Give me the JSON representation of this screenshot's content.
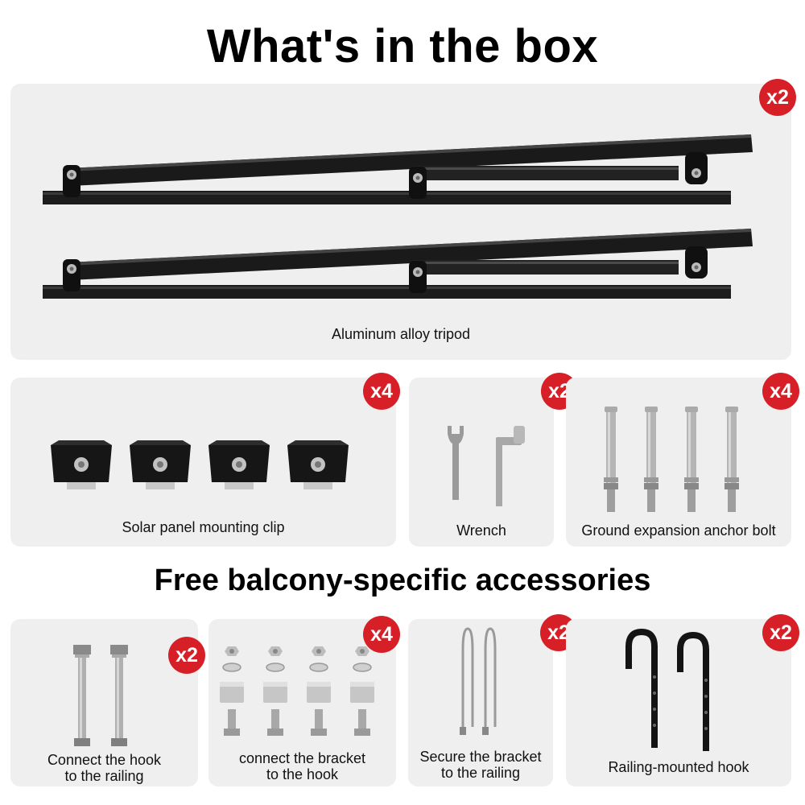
{
  "header": {
    "title": "What's in the box"
  },
  "box": {
    "tripod": {
      "label": "Aluminum alloy tripod",
      "qty": "x2"
    },
    "clip": {
      "label": "Solar panel mounting clip",
      "qty": "x4"
    },
    "wrench": {
      "label": "Wrench",
      "qty": "x2"
    },
    "anchor": {
      "label": "Ground expansion anchor bolt",
      "qty": "x4"
    }
  },
  "accessories": {
    "title": "Free balcony-specific accessories",
    "hook_bolt": {
      "line1": "Connect the hook",
      "line2": "to the railing",
      "qty": "x2"
    },
    "bracket_bolt": {
      "line1": "connect the bracket",
      "line2": "to the hook",
      "qty": "x4"
    },
    "cable_tie": {
      "line1": "Secure the bracket",
      "line2": "to the railing",
      "qty": "x2"
    },
    "hook": {
      "label": "Railing-mounted hook",
      "qty": "x2"
    }
  },
  "colors": {
    "badge": "#d61f26",
    "card": "#efefef",
    "metal": "#1b1b1b"
  }
}
